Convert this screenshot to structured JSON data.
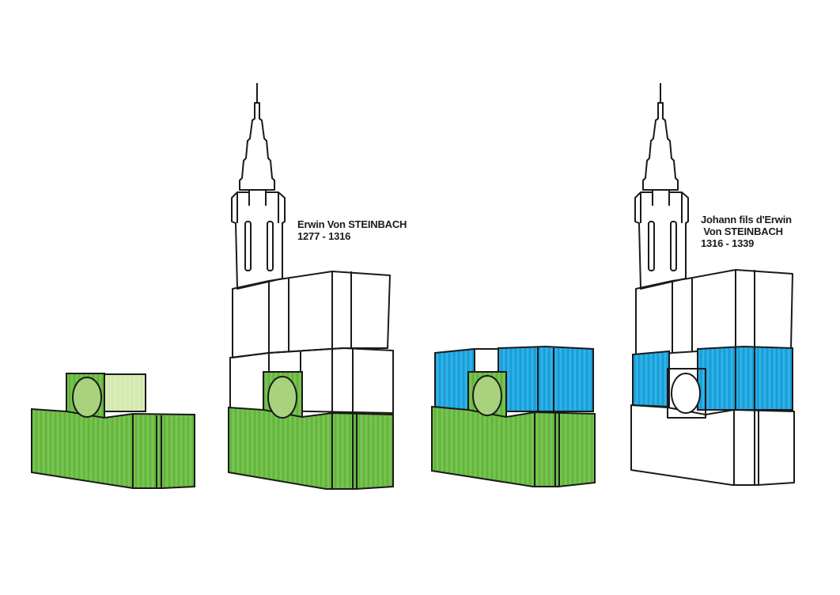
{
  "colors": {
    "phase_green": "#6cbd45",
    "phase_green_light": "#a8d27e",
    "phase_green_pale": "#d3e9b0",
    "phase_blue": "#1ea7e1",
    "outline": "#1a1a1a",
    "background": "#ffffff"
  },
  "stages": [
    {
      "id": "stage-1",
      "caption_lines": []
    },
    {
      "id": "stage-2",
      "caption_lines": [
        "Erwin Von STEINBACH",
        "1277 - 1316"
      ]
    },
    {
      "id": "stage-3",
      "caption_lines": []
    },
    {
      "id": "stage-4",
      "caption_lines": [
        "Johann fils d'Erwin",
        " Von STEINBACH",
        "1316 - 1339"
      ]
    }
  ]
}
